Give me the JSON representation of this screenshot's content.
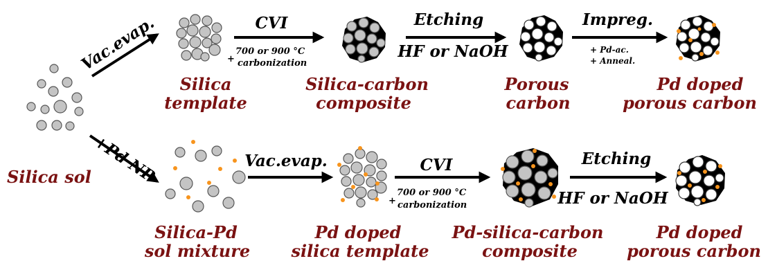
{
  "colors": {
    "label": "#7a1212",
    "silica": "#c4c4c4",
    "silica_stroke": "#555555",
    "carbon": "#000000",
    "pd": "#f7941d"
  },
  "source": {
    "label": "Silica sol"
  },
  "top_row": {
    "arrow_vac": {
      "label": "Vac.evap."
    },
    "silica_template": {
      "label_line1": "Silica",
      "label_line2": "template"
    },
    "arrow_cvi": {
      "label": "CVI",
      "sub_line1": "700 or 900 °C",
      "sub_line2": "carbonization",
      "plus": "+"
    },
    "silica_carbon": {
      "label_line1": "Silica-carbon",
      "label_line2": "composite"
    },
    "arrow_etch": {
      "label": "Etching",
      "sub": "HF or NaOH"
    },
    "porous_carbon": {
      "label_line1": "Porous",
      "label_line2": "carbon"
    },
    "arrow_impreg": {
      "label": "Impreg.",
      "sub_line1": "+ Pd-ac.",
      "sub_line2": "+ Anneal."
    },
    "pd_porous": {
      "label_line1": "Pd doped",
      "label_line2": "porous carbon"
    }
  },
  "bottom_row": {
    "arrow_pd": {
      "label": "+Pd NP"
    },
    "silica_pd_mix": {
      "label_line1": "Silica-Pd",
      "label_line2": "sol mixture"
    },
    "arrow_vac": {
      "label": "Vac.evap."
    },
    "pd_template": {
      "label_line1": "Pd doped",
      "label_line2": "silica template"
    },
    "arrow_cvi": {
      "label": "CVI",
      "sub_line1": "700 or 900 °C",
      "sub_line2": "carbonization",
      "plus": "+"
    },
    "pd_silica_carbon": {
      "label_line1": "Pd-silica-carbon",
      "label_line2": "composite"
    },
    "arrow_etch": {
      "label": "Etching",
      "sub": "HF or NaOH"
    },
    "pd_porous": {
      "label_line1": "Pd doped",
      "label_line2": "porous carbon"
    }
  }
}
